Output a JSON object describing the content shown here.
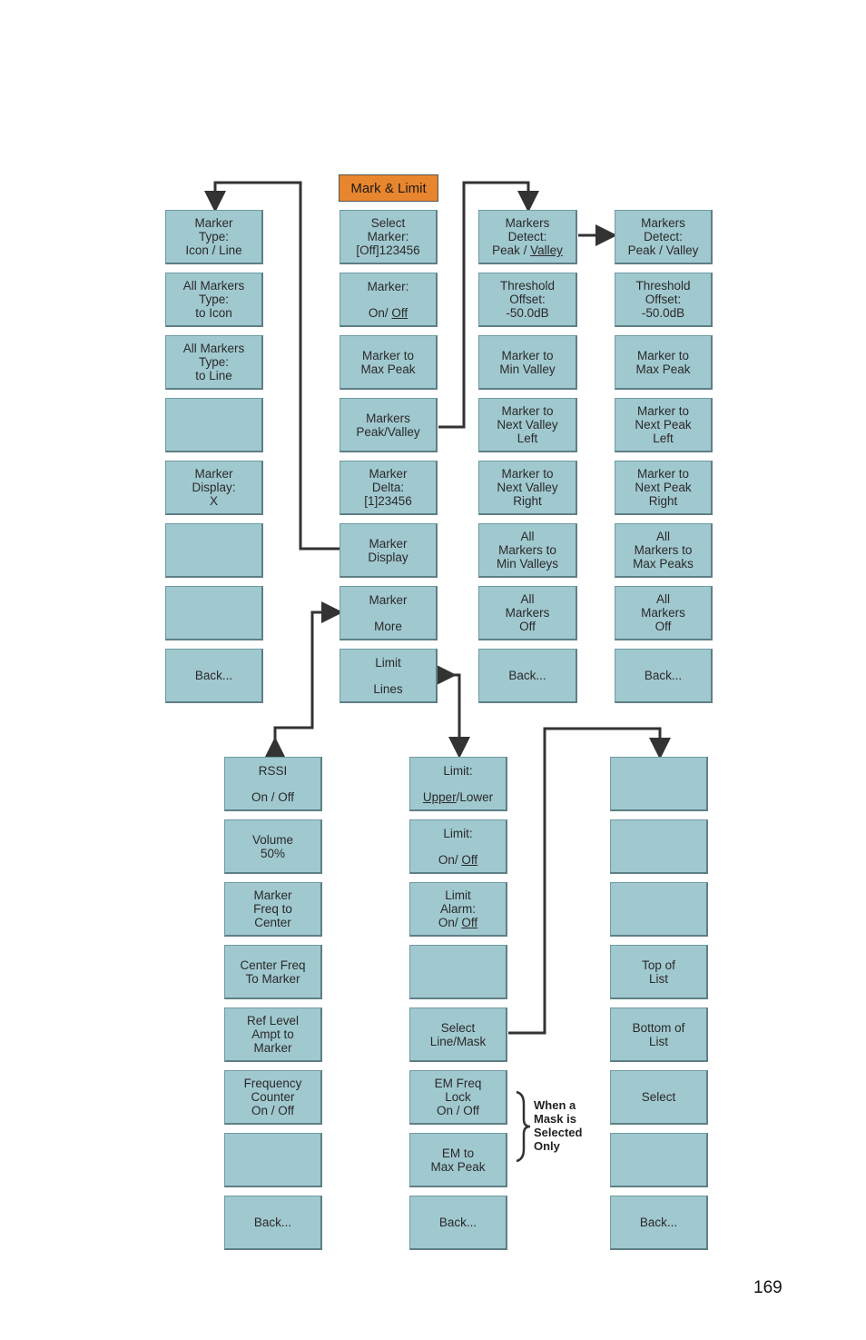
{
  "header": {
    "label": "Mark & Limit"
  },
  "columns": {
    "marker_type": [
      [
        "Marker",
        "Type:",
        "Icon / Line"
      ],
      [
        "All Markers",
        "Type:",
        "to Icon"
      ],
      [
        "All Markers",
        "Type:",
        "to Line"
      ],
      [],
      [
        "Marker",
        "Display:",
        "X"
      ],
      [],
      [],
      [
        "Back..."
      ]
    ],
    "main": [
      [
        "Select",
        "Marker:",
        "[Off]123456"
      ],
      [
        "Marker:",
        "",
        "On/  Off"
      ],
      [
        "Marker to",
        "Max Peak"
      ],
      [
        "Markers",
        "Peak/Valley"
      ],
      [
        "Marker",
        "Delta:",
        "[1]23456"
      ],
      [
        "Marker",
        "Display"
      ],
      [
        "Marker",
        "",
        "More"
      ],
      [
        "Limit",
        "",
        "Lines"
      ]
    ],
    "valley": [
      [
        "Markers",
        "Detect:",
        "Peak / Valley"
      ],
      [
        "Threshold",
        "Offset:",
        "-50.0dB"
      ],
      [
        "Marker to",
        "Min Valley"
      ],
      [
        "Marker to",
        "Next Valley",
        "Left"
      ],
      [
        "Marker to",
        "Next Valley",
        "Right"
      ],
      [
        "All",
        "Markers to",
        "Min Valleys"
      ],
      [
        "All",
        "Markers",
        "Off"
      ],
      [
        "Back..."
      ]
    ],
    "peak": [
      [
        "Markers",
        "Detect:",
        "Peak / Valley"
      ],
      [
        "Threshold",
        "Offset:",
        "-50.0dB"
      ],
      [
        "Marker to",
        "Max Peak"
      ],
      [
        "Marker to",
        "Next Peak",
        "Left"
      ],
      [
        "Marker to",
        "Next Peak",
        "Right"
      ],
      [
        "All",
        "Markers to",
        "Max Peaks"
      ],
      [
        "All",
        "Markers",
        "Off"
      ],
      [
        "Back..."
      ]
    ],
    "more": [
      [
        "RSSI",
        "",
        "On  /  Off"
      ],
      [
        "Volume",
        "50%"
      ],
      [
        "Marker",
        "Freq to",
        "Center"
      ],
      [
        "Center Freq",
        "To Marker"
      ],
      [
        "Ref Level",
        "Ampt to",
        "Marker"
      ],
      [
        "Frequency",
        "Counter",
        "On / Off"
      ],
      [],
      [
        "Back..."
      ]
    ],
    "limit": [
      [
        "Limit:",
        "",
        "Upper/Lower"
      ],
      [
        "Limit:",
        "",
        "On/  Off"
      ],
      [
        "Limit",
        "Alarm:",
        "On/  Off"
      ],
      [],
      [
        "Select",
        "Line/Mask"
      ],
      [
        "EM Freq",
        "Lock",
        "On / Off"
      ],
      [
        "EM to",
        "Max Peak"
      ],
      [
        "Back..."
      ]
    ],
    "list": [
      [],
      [],
      [],
      [
        "Top of",
        "List"
      ],
      [
        "Bottom of",
        "List"
      ],
      [
        "Select"
      ],
      [],
      [
        "Back..."
      ]
    ]
  },
  "note": [
    "When a",
    "Mask is",
    "Selected",
    "Only"
  ],
  "page_number": "169"
}
